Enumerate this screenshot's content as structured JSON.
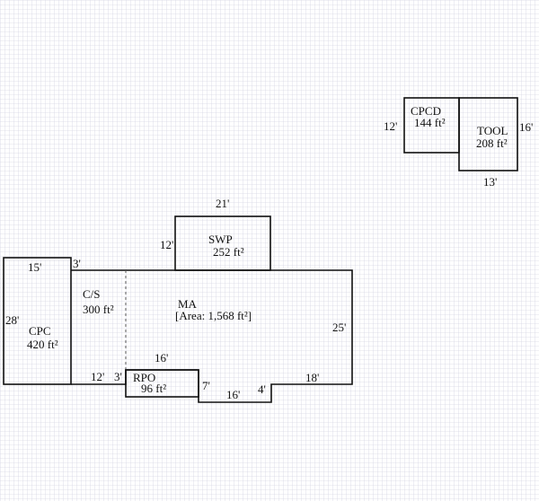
{
  "rooms": {
    "cpc": {
      "name": "CPC",
      "area": "420 ft²",
      "dim_top": "15'",
      "dim_left": "28'"
    },
    "cs": {
      "name": "C/S",
      "area": "300 ft²",
      "dim_top": "3'",
      "dim_bottom": "12'",
      "dim_bottom2": "3'"
    },
    "ma": {
      "name": "MA",
      "area": "[Area: 1,568 ft²]",
      "dim_right": "25'",
      "dim_bottom_right": "18'",
      "dim_notch_right": "4'",
      "dim_notch_bottom": "16'",
      "dim_notch_left": "7'",
      "dim_rpo_top": "16'"
    },
    "swp": {
      "name": "SWP",
      "area": "252 ft²",
      "dim_top": "21'",
      "dim_left": "12'"
    },
    "rpo": {
      "name": "RPO",
      "area": "96 ft²"
    },
    "cpcd": {
      "name": "CPCD",
      "area": "144 ft²",
      "dim_left": "12'"
    },
    "tool": {
      "name": "TOOL",
      "area": "208 ft²",
      "dim_right": "16'",
      "dim_bottom": "13'"
    }
  },
  "colors": {
    "grid": "#d6d6e4",
    "wall": "#111111"
  }
}
